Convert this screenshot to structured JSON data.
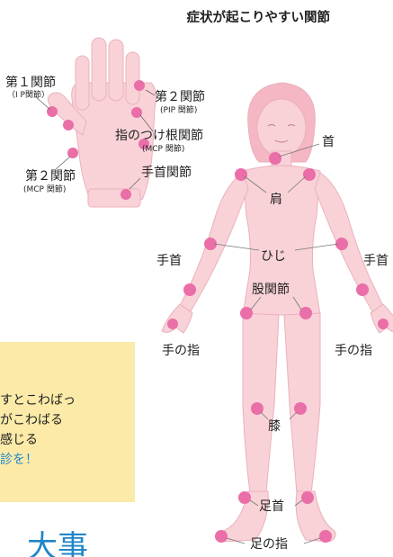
{
  "title": "症状が起こりやすい関節",
  "hand_labels": {
    "first_joint": "第１関節",
    "first_joint_sub": "（I P関節）",
    "second_joint_pip": "第２関節",
    "second_joint_pip_sub": "(PIP 関節)",
    "mcp_root": "指のつけ根関節",
    "mcp_root_sub": "(MCP 関節)",
    "wrist_joint": "手首関節",
    "second_joint_mcp": "第２関節",
    "second_joint_mcp_sub": "(MCP 関節)"
  },
  "body_labels": {
    "neck": "首",
    "shoulder": "肩",
    "elbow": "ひじ",
    "wrist_left": "手首",
    "wrist_right": "手首",
    "hip": "股関節",
    "fingers_left": "手の指",
    "fingers_right": "手の指",
    "knee": "膝",
    "ankle": "足首",
    "toes": "足の指"
  },
  "note": {
    "line1": "すとこわばっ",
    "line2": "がこわばる",
    "line3": "感じる",
    "line4": "診を！"
  },
  "bottom_text": "大事",
  "colors": {
    "skin": "#f9d2d8",
    "skin_edge": "#e9b1bc",
    "joint": "#ea6ea8",
    "note_bg": "#fbeaa8",
    "accent_blue": "#1f86c8"
  }
}
